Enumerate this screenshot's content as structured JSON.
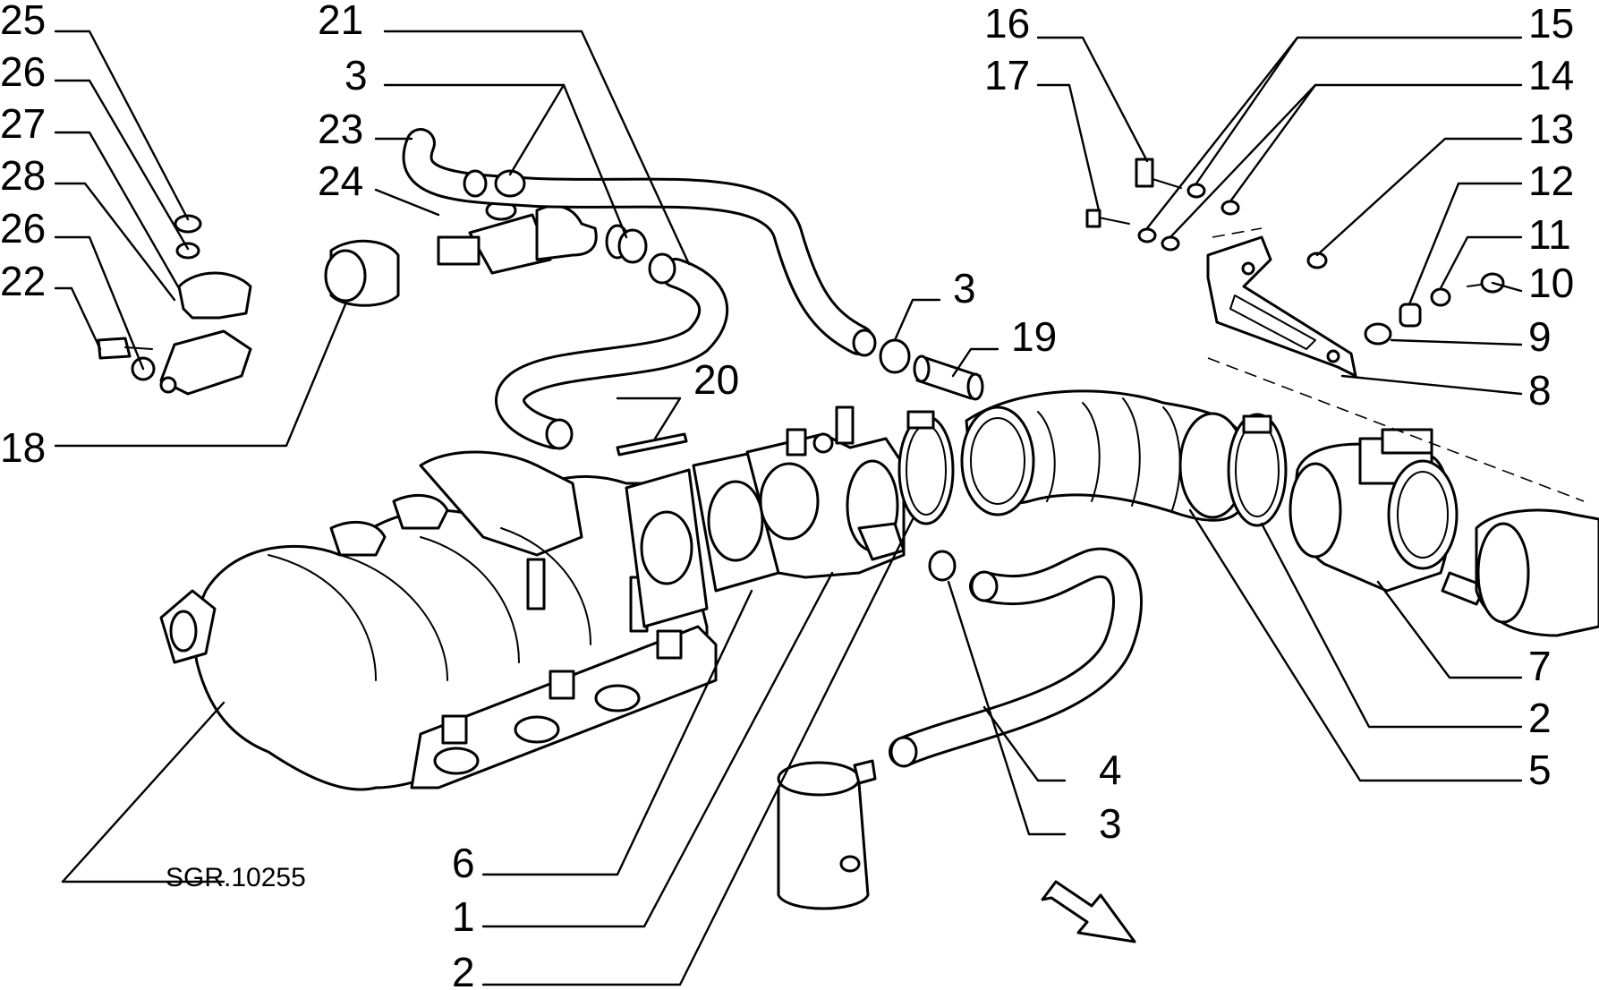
{
  "diagram": {
    "reference_code": "SGR.10255",
    "callouts": {
      "c25": "25",
      "c26a": "26",
      "c27": "27",
      "c28": "28",
      "c26b": "26",
      "c22": "22",
      "c18": "18",
      "c21": "21",
      "c3a": "3",
      "c23": "23",
      "c24": "24",
      "c20": "20",
      "c16": "16",
      "c17": "17",
      "c15": "15",
      "c14": "14",
      "c13": "13",
      "c12": "12",
      "c11": "11",
      "c10": "10",
      "c9": "9",
      "c8": "8",
      "c3b": "3",
      "c19": "19",
      "c7": "7",
      "c2a": "2",
      "c5": "5",
      "c4": "4",
      "c3c": "3",
      "c6": "6",
      "c1": "1",
      "c2b": "2"
    }
  }
}
